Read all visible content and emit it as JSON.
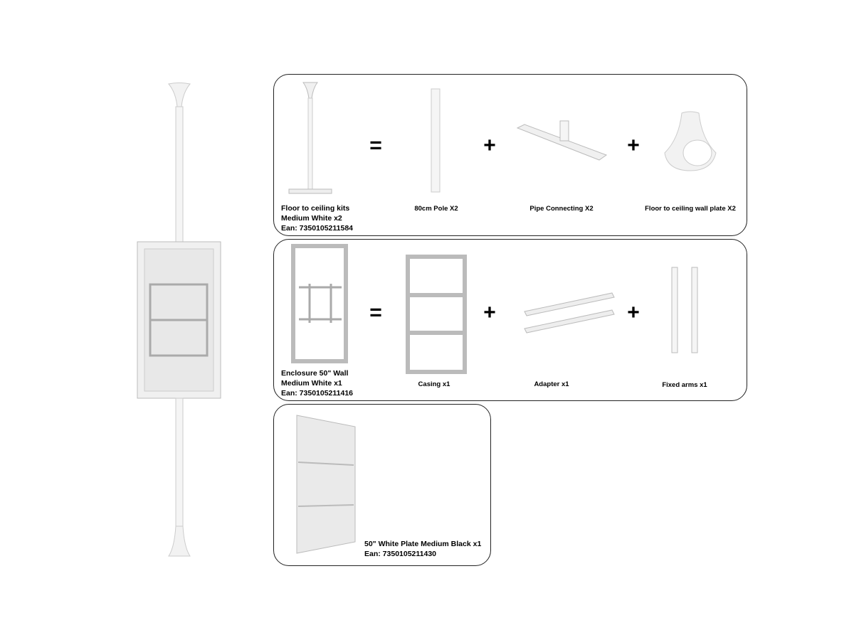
{
  "kit1": {
    "name_line1": "Floor to ceiling kits",
    "name_line2": "Medium White x2",
    "ean": "Ean: 7350105211584",
    "parts": [
      "80cm Pole X2",
      "Pipe Connecting X2",
      "Floor to ceiling wall plate X2"
    ],
    "operators": [
      "=",
      "+",
      "+"
    ]
  },
  "kit2": {
    "name_line1": "Enclosure 50\" Wall",
    "name_line2": "Medium White x1",
    "ean": "Ean: 7350105211416",
    "parts": [
      "Casing x1",
      "Adapter x1",
      "Fixed arms x1"
    ],
    "operators": [
      "=",
      "+",
      "+"
    ]
  },
  "kit3": {
    "name_line1": "50\" White Plate Medium Black x1",
    "ean": "Ean: 7350105211430"
  }
}
